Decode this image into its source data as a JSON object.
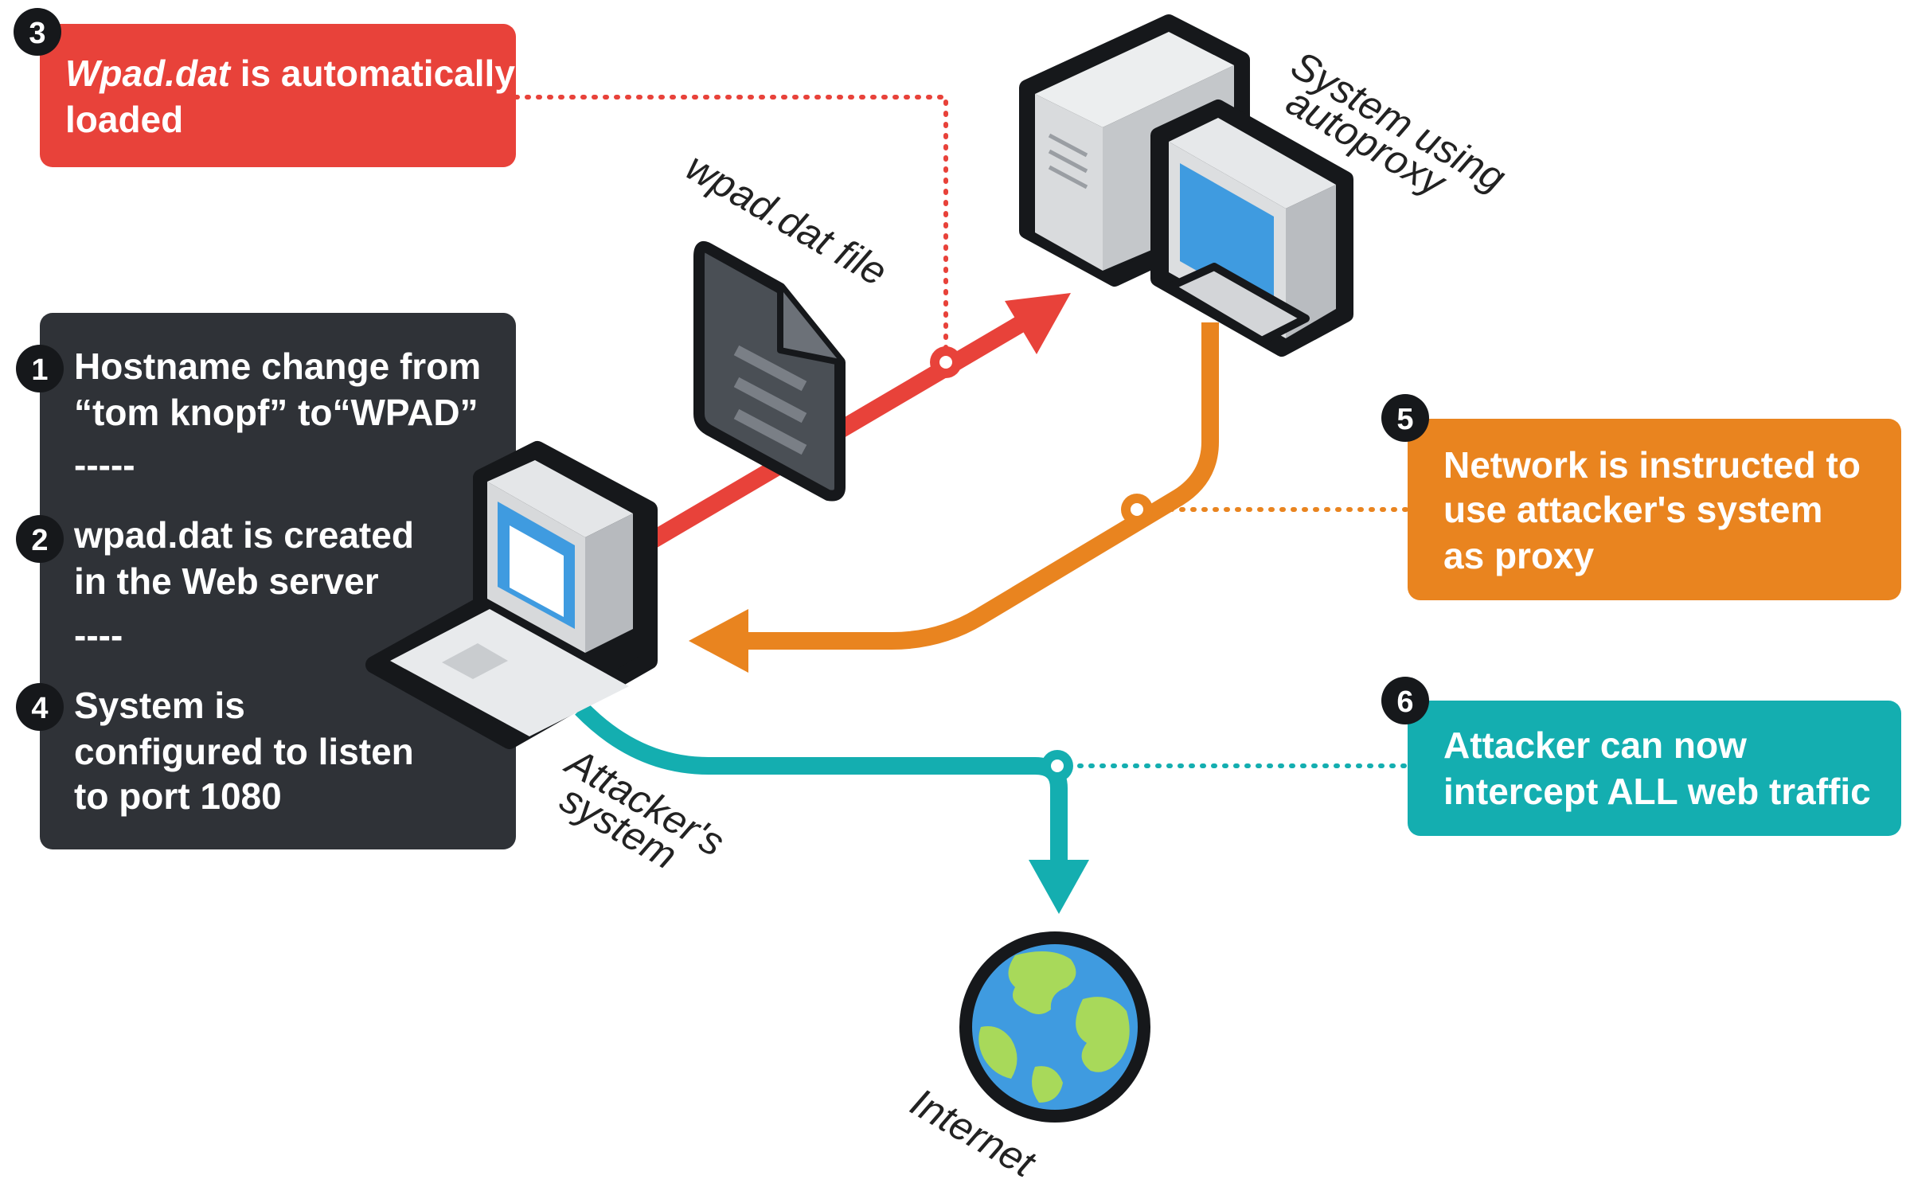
{
  "colors": {
    "red": "#e8423a",
    "orange": "#e9841f",
    "teal": "#14aeb0",
    "dark_panel": "#2f3237",
    "outline": "#16181b",
    "screen_blue": "#3f9be0",
    "globe_green": "#a8d95a"
  },
  "icons": [
    "laptop-icon",
    "desktop-computer-icon",
    "document-icon",
    "globe-icon"
  ],
  "callouts": {
    "step3": {
      "badge": "3",
      "line1_italic": "Wpad.dat",
      "line1_rest": " is automatically",
      "line2": "loaded"
    },
    "steps_panel": {
      "step1": {
        "badge": "1",
        "line1": "Hostname change from",
        "line2": "“tom knopf” to“WPAD”"
      },
      "sep1": "-----",
      "step2": {
        "badge": "2",
        "line1": "wpad.dat is created",
        "line2": "in the Web server"
      },
      "sep2": "----",
      "step4": {
        "badge": "4",
        "line1": "System is",
        "line2": "configured to listen",
        "line3": "to port 1080"
      }
    },
    "step5": {
      "badge": "5",
      "line1": "Network is instructed to",
      "line2": "use attacker's system",
      "line3": "as proxy"
    },
    "step6": {
      "badge": "6",
      "line1": "Attacker can now",
      "line2": "intercept ALL web traffic"
    }
  },
  "labels": {
    "wpad_file": "wpad.dat file",
    "system_line1": "System using",
    "system_line2": "autoproxy",
    "attacker_line1": "Attacker's",
    "attacker_line2": "system",
    "internet": "Internet"
  }
}
